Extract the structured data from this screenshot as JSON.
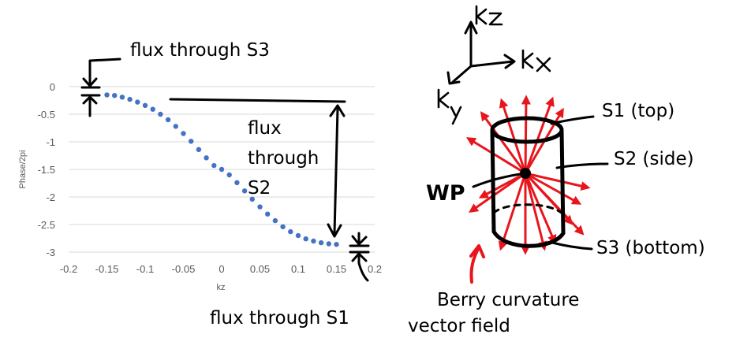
{
  "chart_data": {
    "type": "scatter",
    "xlabel": "kz",
    "ylabel": "Phase/2pi",
    "xlim": [
      -0.2,
      0.2
    ],
    "ylim": [
      -3,
      0
    ],
    "x_ticks": [
      "-0.2",
      "-0.15",
      "-0.1",
      "-0.05",
      "0",
      "0.05",
      "0.1",
      "0.15",
      "0.2"
    ],
    "y_ticks": [
      "0",
      "-0.5",
      "-1",
      "-1.5",
      "-2",
      "-2.5",
      "-3"
    ],
    "grid": true,
    "marker_color": "#4472c4",
    "series": [
      {
        "x": [
          -0.15,
          -0.14,
          -0.13,
          -0.12,
          -0.11,
          -0.1,
          -0.09,
          -0.08,
          -0.07,
          -0.06,
          -0.05,
          -0.04,
          -0.03,
          -0.02,
          -0.01,
          0,
          0.01,
          0.02,
          0.03,
          0.04,
          0.05,
          0.06,
          0.07,
          0.08,
          0.09,
          0.1,
          0.11,
          0.12,
          0.13,
          0.14,
          0.15
        ],
        "y": [
          -0.15,
          -0.16,
          -0.19,
          -0.23,
          -0.28,
          -0.34,
          -0.41,
          -0.5,
          -0.6,
          -0.72,
          -0.85,
          -0.99,
          -1.14,
          -1.29,
          -1.43,
          -1.5,
          -1.6,
          -1.74,
          -1.89,
          -2.04,
          -2.18,
          -2.31,
          -2.43,
          -2.54,
          -2.63,
          -2.7,
          -2.76,
          -2.8,
          -2.83,
          -2.85,
          -2.86
        ]
      }
    ]
  },
  "annotations": {
    "flux_s3": "flux through S3",
    "flux_s2_lines": [
      "flux",
      "through",
      "S2"
    ],
    "flux_s1": "flux through S1"
  },
  "diagram": {
    "axis_kz": "kz",
    "axis_kx": "kx",
    "axis_ky": "ky",
    "wp_label": "WP",
    "s1_label": "S1 (top)",
    "s2_label": "S2 (side)",
    "s3_label": "S3 (bottom)",
    "caption_lines": [
      "Berry curvature",
      "vector field"
    ],
    "arrow_color": "#e8161c"
  }
}
